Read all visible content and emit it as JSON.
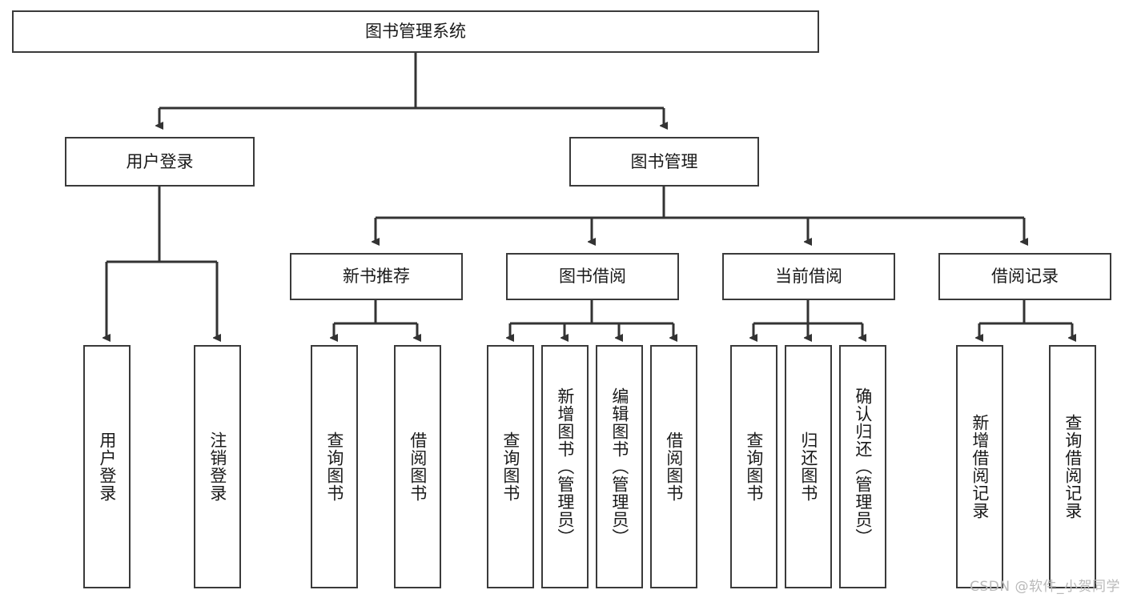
{
  "diagram": {
    "title": "图书管理系统",
    "type": "tree-hierarchy-chart",
    "root": {
      "label": "图书管理系统"
    },
    "level2": [
      {
        "label": "用户登录"
      },
      {
        "label": "图书管理"
      }
    ],
    "level3": [
      {
        "label": "新书推荐"
      },
      {
        "label": "图书借阅"
      },
      {
        "label": "当前借阅"
      },
      {
        "label": "借阅记录"
      }
    ],
    "leaves_user_login": [
      {
        "label": "用户登录"
      },
      {
        "label": "注销登录"
      }
    ],
    "leaves_new_book": [
      {
        "label": "查询图书"
      },
      {
        "label": "借阅图书"
      }
    ],
    "leaves_borrow": [
      {
        "label": "查询图书"
      },
      {
        "label": "新增图书（管理员）"
      },
      {
        "label": "编辑图书（管理员）"
      },
      {
        "label": "借阅图书"
      }
    ],
    "leaves_current": [
      {
        "label": "查询图书"
      },
      {
        "label": "归还图书"
      },
      {
        "label": "确认归还（管理员）"
      }
    ],
    "leaves_records": [
      {
        "label": "新增借阅记录"
      },
      {
        "label": "查询借阅记录"
      }
    ]
  },
  "watermark": {
    "text": "CSDN @软件_小贺同学"
  },
  "colors": {
    "box_border": "#3a3a3a",
    "box_fill": "#ffffff",
    "connector": "#333333",
    "text": "#1a1a1a",
    "watermark": "#b9b9b9",
    "background": "#ffffff"
  }
}
